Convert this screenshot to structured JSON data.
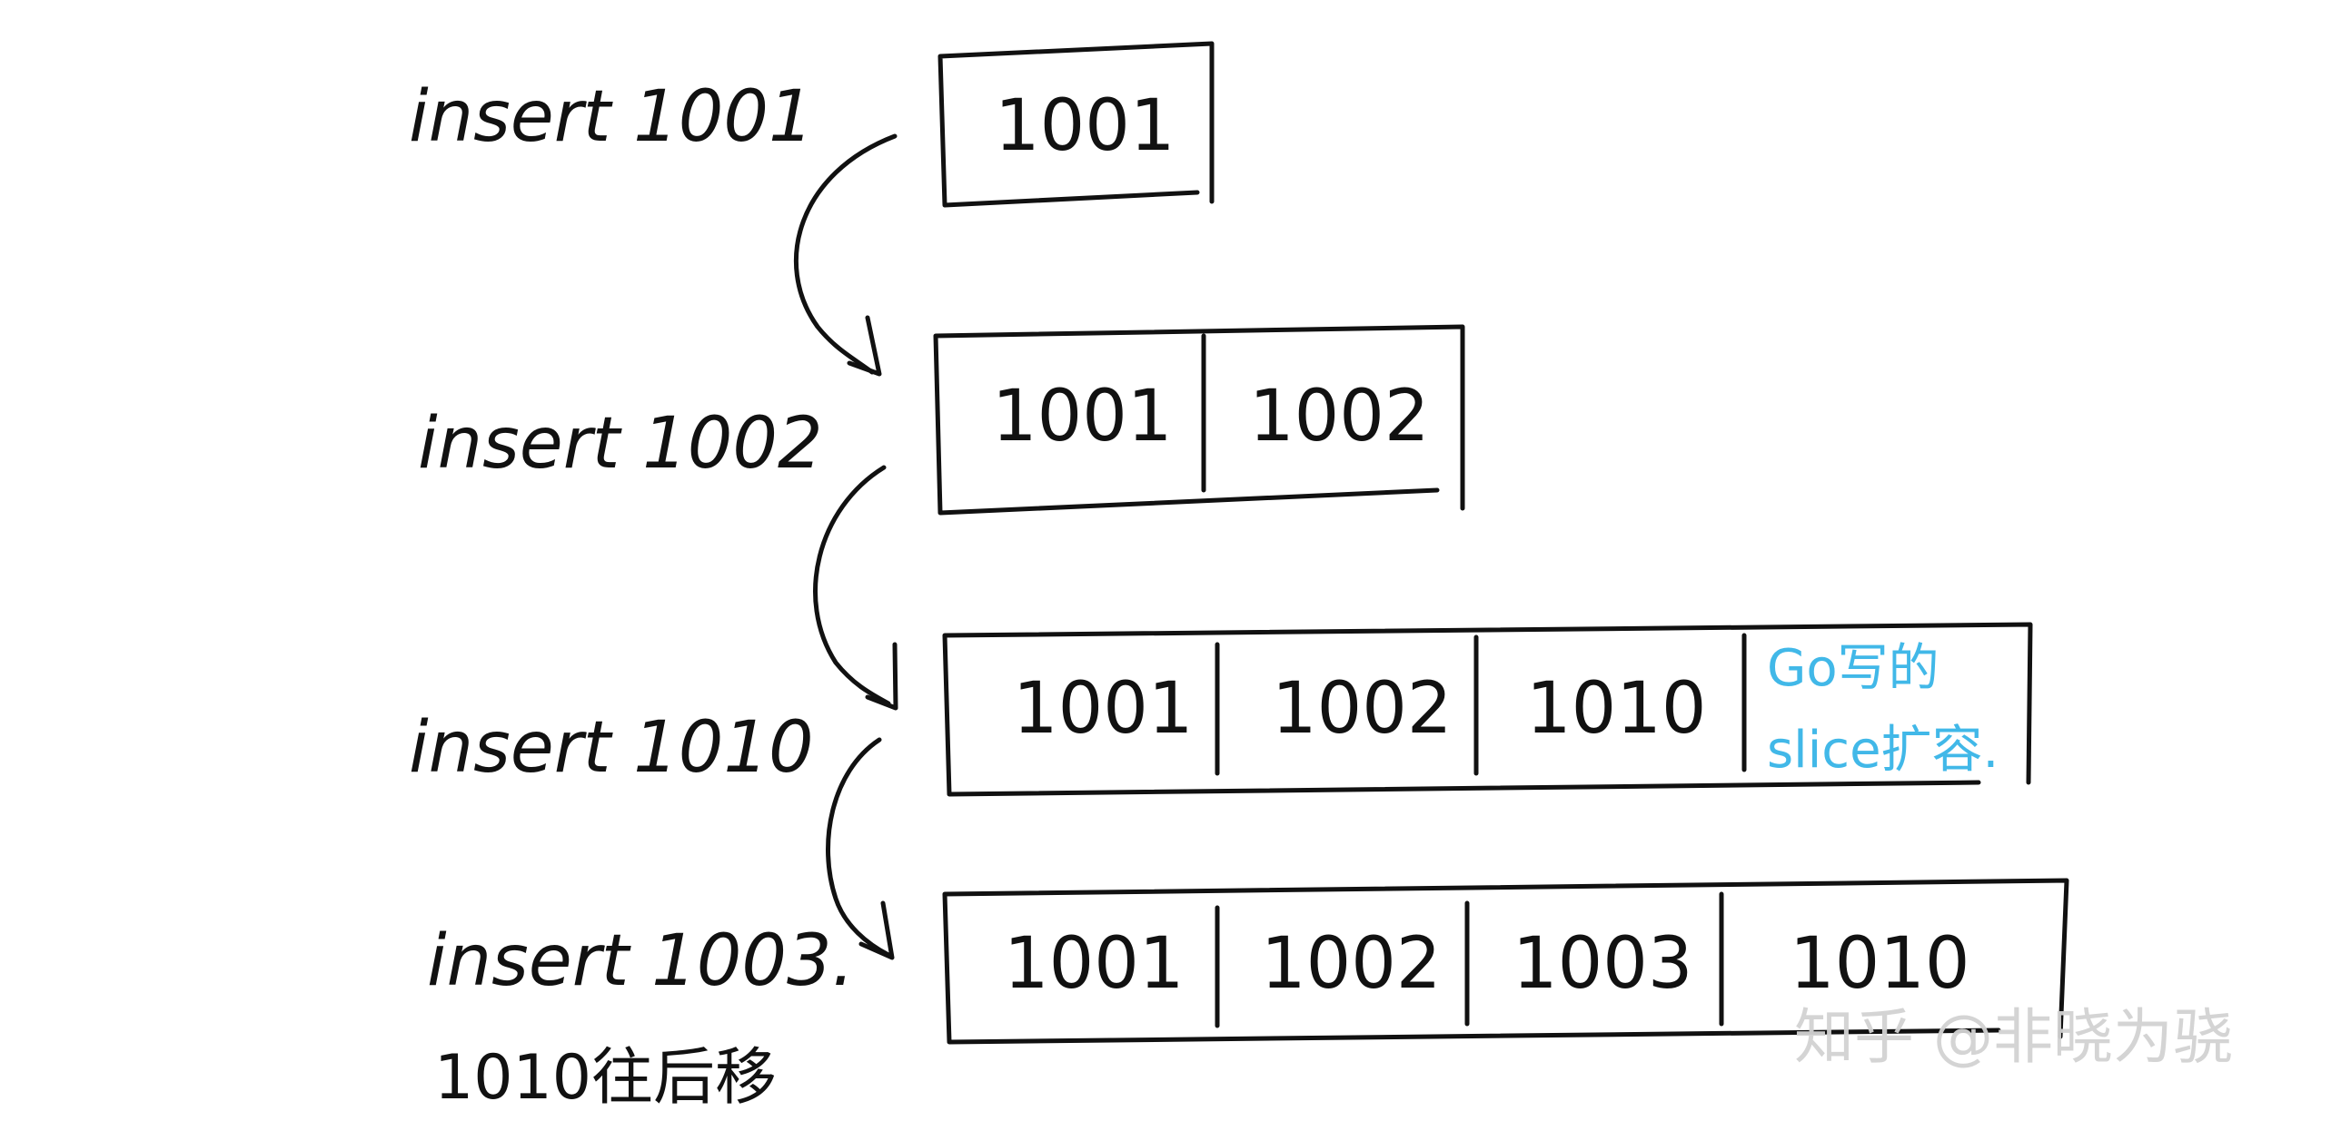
{
  "diagram": {
    "steps": [
      {
        "label": "insert 1001",
        "cells": [
          "1001"
        ]
      },
      {
        "label": "insert 1002",
        "cells": [
          "1001",
          "1002"
        ]
      },
      {
        "label": "insert 1010",
        "cells": [
          "1001",
          "1002",
          "1010"
        ],
        "note_lines": [
          "Go写的",
          "slice扩容."
        ],
        "note_color": "#41b8e8"
      },
      {
        "label": "insert 1003.",
        "cells": [
          "1001",
          "1002",
          "1003",
          "1010"
        ],
        "sub_label": "1010往后移"
      }
    ]
  },
  "watermark": {
    "text": "知乎 @非晓为骁"
  },
  "colors": {
    "ink": "#111111",
    "note": "#41b8e8",
    "watermark": "#d2d2d2"
  }
}
